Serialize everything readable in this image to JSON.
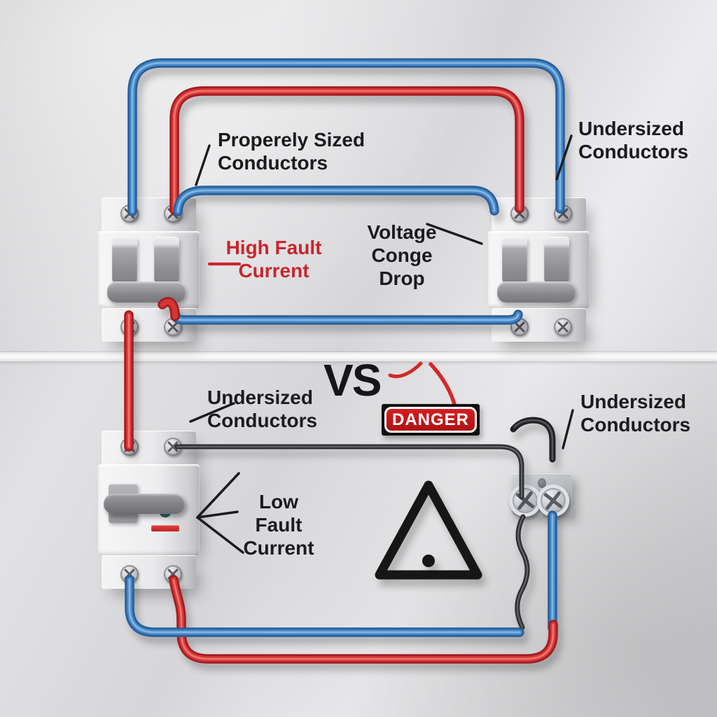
{
  "colors": {
    "background_gray": "#dcdcde",
    "wire_blue": "#3d7ec0",
    "wire_red": "#d32f30",
    "wire_black": "#39393c",
    "label_black": "#1b1b1d",
    "label_red": "#c9252b",
    "danger_red": "#c41a1f",
    "warning_yellow": "#f3c01c"
  },
  "labels": {
    "properly_sized": {
      "line1": "Properely Sized",
      "line2": "Conductors"
    },
    "undersized_top_right": {
      "line1": "Undersized",
      "line2": "Conductors"
    },
    "high_fault": {
      "line1": "High Fault",
      "line2": "Current"
    },
    "voltage_drop": {
      "line1": "Voltage",
      "line2": "Conge Drop"
    },
    "undersized_bottom_left": {
      "line1": "Undersized",
      "line2": "Conductors"
    },
    "low_fault": {
      "line1": "Low Fault",
      "line2": "Current"
    },
    "undersized_bottom_right": {
      "line1": "Undersized",
      "line2": "Conductors"
    },
    "vs": "VS",
    "danger": "DANGER"
  },
  "icons": {
    "warning_triangle": "warning-triangle-exclamation",
    "screw": "phillips-screw",
    "danger_badge": "danger-rounded-badge"
  }
}
